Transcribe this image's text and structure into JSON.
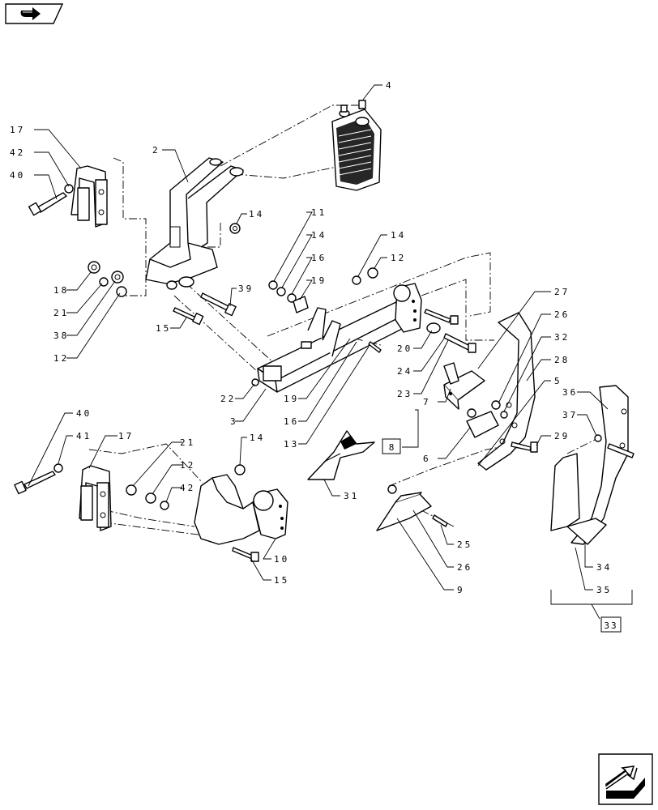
{
  "diagram": {
    "type": "exploded-parts-diagram",
    "callouts": [
      "17",
      "42",
      "40",
      "2",
      "4",
      "14",
      "11",
      "14",
      "16",
      "19",
      "14",
      "12",
      "18",
      "21",
      "38",
      "12",
      "39",
      "15",
      "27",
      "26",
      "32",
      "28",
      "5",
      "36",
      "37",
      "29",
      "20",
      "24",
      "23",
      "22",
      "3",
      "19",
      "16",
      "13",
      "7",
      "6",
      "40",
      "41",
      "17",
      "21",
      "12",
      "42",
      "14",
      "31",
      "25",
      "26",
      "9",
      "10",
      "15",
      "34",
      "35"
    ],
    "reference_boxes": [
      "8",
      "33"
    ]
  },
  "icons": {
    "top_left": "return-arrow-icon",
    "bottom_right": "next-page-arrow-icon"
  }
}
